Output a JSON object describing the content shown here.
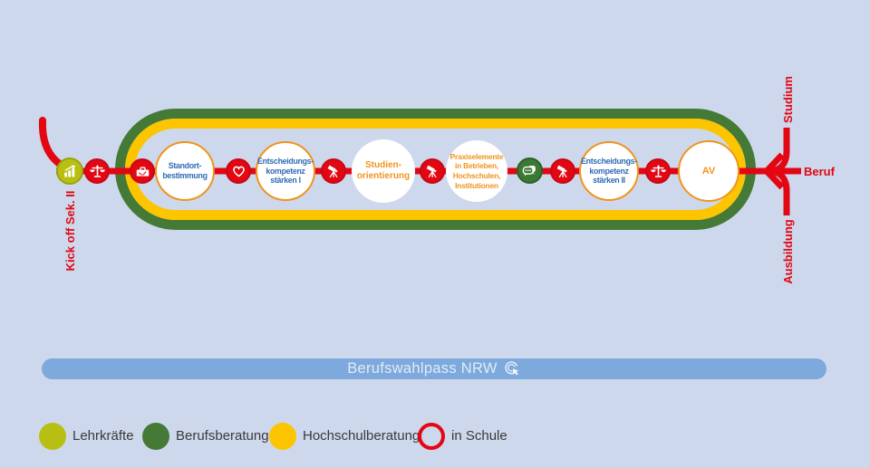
{
  "palette": {
    "background": "#cdd8ec",
    "signal_red": "#e30613",
    "track_green": "#447a36",
    "track_gold": "#fdc400",
    "olive": "#b7c012",
    "orange": "#f0941c",
    "station_blue": "#2e6cb5",
    "banner_blue": "#7da9dc",
    "legend_text": "#3a3a39"
  },
  "timeline": {
    "entry_label": "Kick off Sek. II",
    "stations": [
      {
        "label": "Standort-\nbestimmung"
      },
      {
        "label": "Entscheidungs-\nkompetenz\nstärken I"
      },
      {
        "label": "Studien-\norientierung"
      },
      {
        "label": "Praxiselemente\nin Betrieben,\nHochschulen,\nInstitutionen"
      },
      {
        "label": "Entscheidungs-\nkompetenz\nstärken II"
      },
      {
        "label": "AV"
      }
    ],
    "nodes": [
      {
        "icon": "bar-chart-icon",
        "color": "olive"
      },
      {
        "icon": "scales-icon",
        "color": "red"
      },
      {
        "icon": "toolbox-icon",
        "color": "red"
      },
      {
        "icon": "heart-icon",
        "color": "red"
      },
      {
        "icon": "telescope-icon",
        "color": "red"
      },
      {
        "icon": "telescope-icon",
        "color": "red"
      },
      {
        "icon": "speech-bubbles-icon",
        "color": "green"
      },
      {
        "icon": "telescope-icon",
        "color": "red"
      },
      {
        "icon": "scales-icon",
        "color": "red"
      }
    ],
    "outcomes": {
      "top": "Studium",
      "middle": "Beruf",
      "bottom": "Ausbildung"
    }
  },
  "banner": {
    "label": "Berufswahlpass NRW",
    "icon": "click-cursor-icon"
  },
  "legend": {
    "items": [
      {
        "label": "Lehrkräfte",
        "swatch": "olive"
      },
      {
        "label": "Berufsberatung",
        "swatch": "dark-green"
      },
      {
        "label": "Hochschulberatung",
        "swatch": "gold"
      },
      {
        "label": "in Schule",
        "swatch": "red-ring"
      }
    ]
  }
}
